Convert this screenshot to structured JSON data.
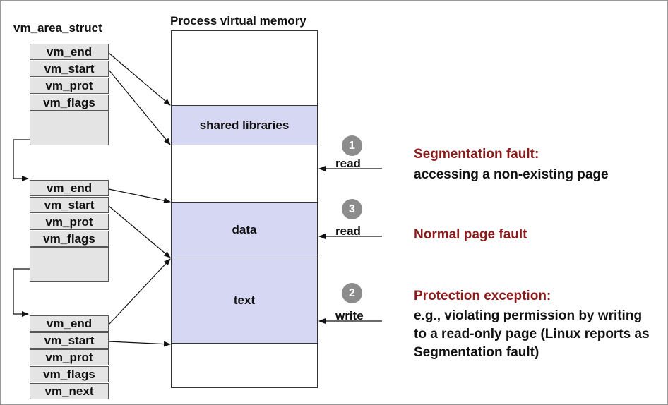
{
  "headings": {
    "vm_area_struct": "vm_area_struct",
    "process_memory": "Process virtual memory"
  },
  "structs": [
    {
      "fields": [
        "vm_end",
        "vm_start",
        "vm_prot",
        "vm_flags"
      ]
    },
    {
      "fields": [
        "vm_end",
        "vm_start",
        "vm_prot",
        "vm_flags"
      ]
    },
    {
      "fields": [
        "vm_end",
        "vm_start",
        "vm_prot",
        "vm_flags",
        "vm_next"
      ]
    }
  ],
  "regions": {
    "shared": "shared libraries",
    "data": "data",
    "text": "text"
  },
  "accesses": [
    {
      "badge": "1",
      "label": "read"
    },
    {
      "badge": "3",
      "label": "read"
    },
    {
      "badge": "2",
      "label": "write"
    }
  ],
  "faults": {
    "segfault_title": "Segmentation fault:",
    "segfault_desc": "accessing a non-existing page",
    "normal_title": "Normal page fault",
    "protection_title": "Protection exception:",
    "protection_desc": "e.g., violating permission by writing to a read-only page (Linux reports as Segmentation fault)"
  }
}
